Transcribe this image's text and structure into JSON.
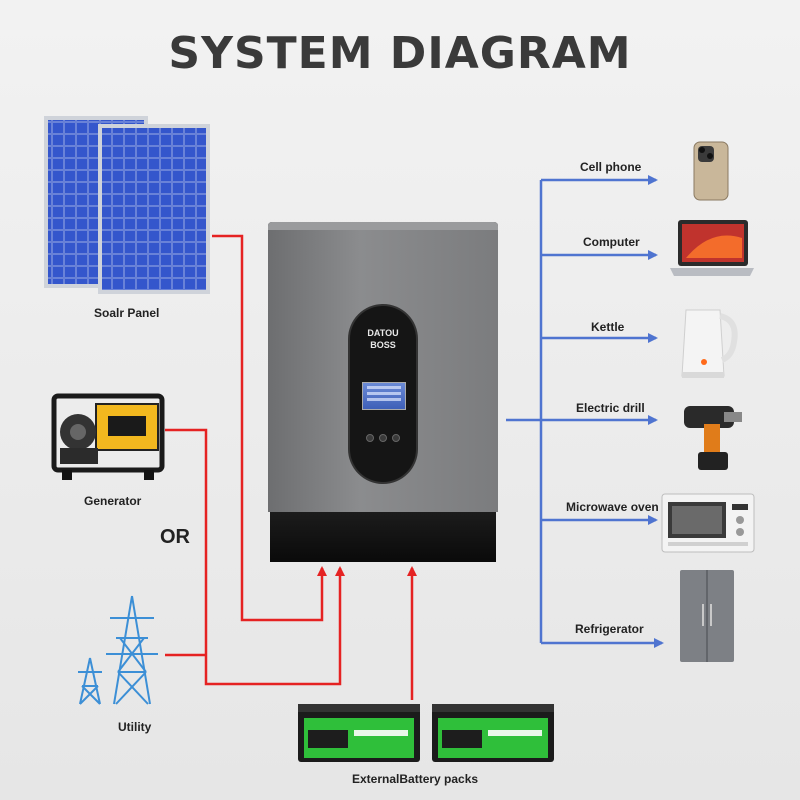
{
  "title": "SYSTEM DIAGRAM",
  "inputs": {
    "solar": "Soalr Panel",
    "generator": "Generator",
    "or": "OR",
    "utility": "Utility"
  },
  "inverter": {
    "brand_line1": "DATOU",
    "brand_line2": "BOSS"
  },
  "battery": {
    "label": "ExternalBattery packs"
  },
  "outputs": [
    {
      "label": "Cell phone"
    },
    {
      "label": "Computer"
    },
    {
      "label": "Kettle"
    },
    {
      "label": "Electric drill"
    },
    {
      "label": "Microwave oven"
    },
    {
      "label": "Refrigerator"
    }
  ],
  "colors": {
    "input_wire": "#e52222",
    "output_wire": "#4f74d0",
    "title": "#3a3a3a"
  }
}
